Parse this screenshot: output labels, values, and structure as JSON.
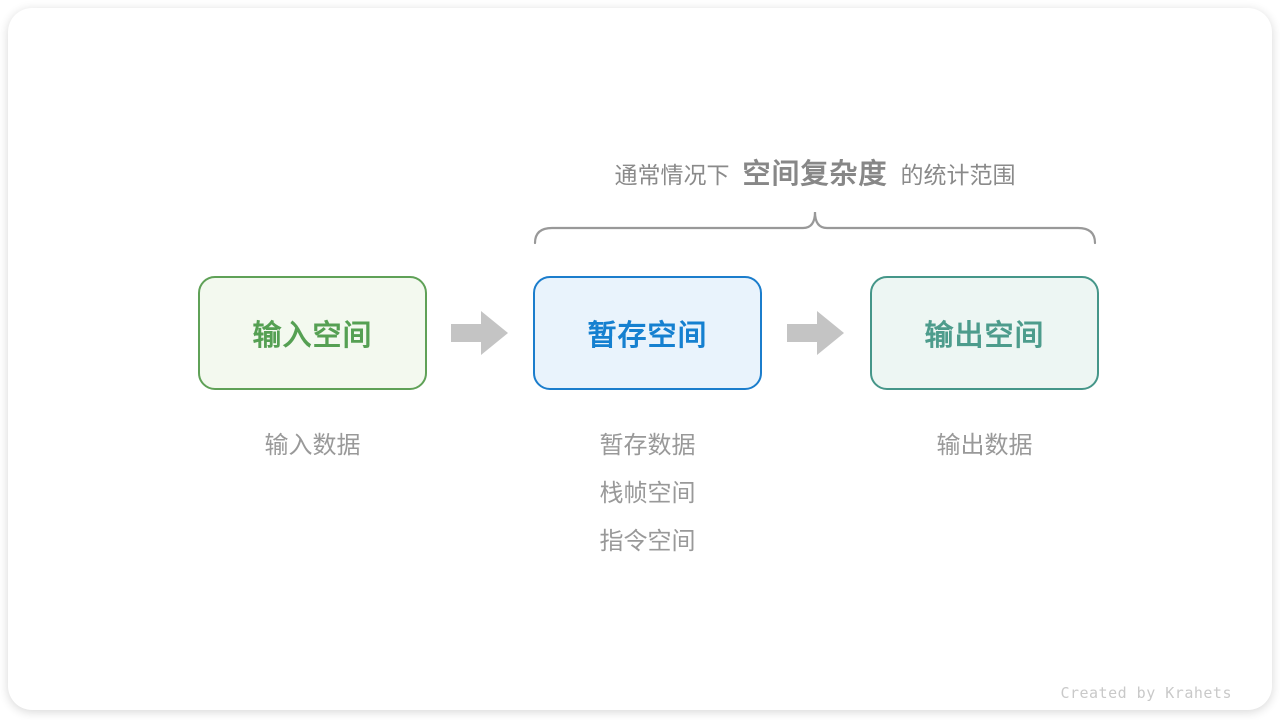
{
  "caption": {
    "prefix": "通常情况下",
    "highlight": "空间复杂度",
    "suffix": "的统计范围"
  },
  "boxes": [
    {
      "label": "输入空间",
      "text_color": "#55a053",
      "border_color": "#5fa157",
      "bg_color": "#f3f9ef"
    },
    {
      "label": "暂存空间",
      "text_color": "#1580d0",
      "border_color": "#1b7dcc",
      "bg_color": "#e9f3fc"
    },
    {
      "label": "输出空间",
      "text_color": "#4d9c8c",
      "border_color": "#459689",
      "bg_color": "#edf6f3"
    }
  ],
  "notes": {
    "input": [
      "输入数据"
    ],
    "temp": [
      "暂存数据",
      "栈帧空间",
      "指令空间"
    ],
    "output": [
      "输出数据"
    ]
  },
  "footer": {
    "credit": "Created by Krahets"
  },
  "colors": {
    "arrow": "#c4c4c4",
    "brace": "#999999",
    "caption": "#8a8a8a",
    "note": "#999999",
    "credit": "#c9c9c9"
  }
}
